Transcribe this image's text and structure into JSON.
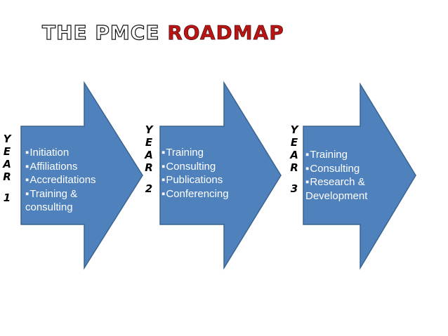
{
  "title": {
    "part1": "THE PMCE ",
    "part2": "ROADMAP"
  },
  "stages": [
    {
      "year_letters": [
        "Y",
        "E",
        "A",
        "R"
      ],
      "year_number": "1",
      "items": [
        "Initiation",
        "Affiliations",
        "Accreditations",
        "Training & consulting"
      ]
    },
    {
      "year_letters": [
        "Y",
        "E",
        "A",
        "R"
      ],
      "year_number": "2",
      "items": [
        "Training",
        "Consulting",
        "Publications",
        "Conferencing"
      ]
    },
    {
      "year_letters": [
        "Y",
        "E",
        "A",
        "R"
      ],
      "year_number": "3",
      "items": [
        "Training",
        "Consulting",
        "Research  & Development"
      ]
    }
  ],
  "colors": {
    "arrow_fill": "#4f81bd",
    "arrow_stroke": "#3a6491",
    "title_accent": "#b81515"
  }
}
